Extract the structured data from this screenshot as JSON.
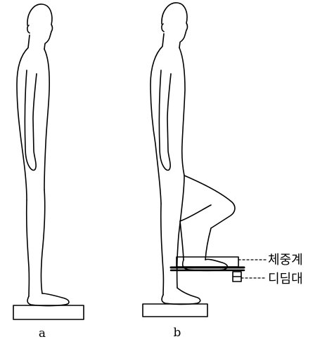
{
  "figure_a": {
    "label": "a"
  },
  "figure_b": {
    "label": "b"
  },
  "annotations": {
    "scale": "체중계",
    "platform": "디딤대"
  }
}
